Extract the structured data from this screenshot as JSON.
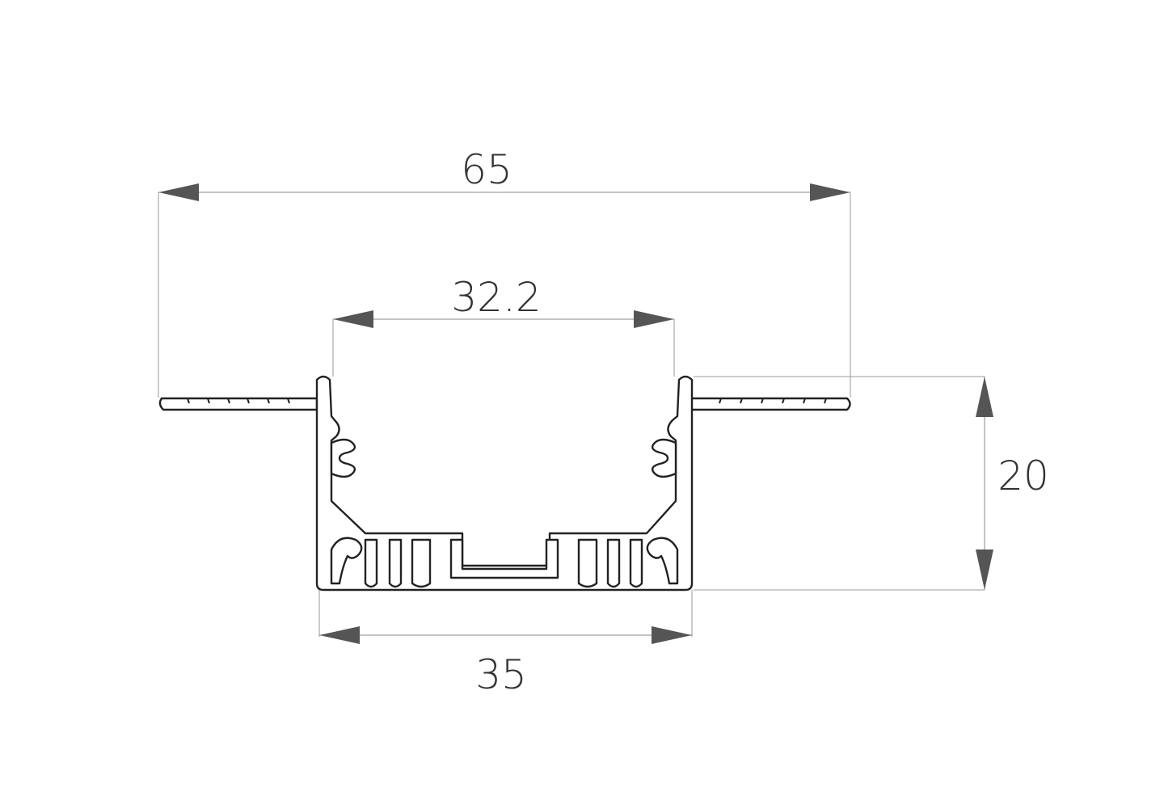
{
  "dimensions": {
    "overall_width": "65",
    "opening_width": "32.2",
    "height": "20",
    "body_width": "35"
  },
  "colors": {
    "outline": "#222222",
    "dimension_line": "#8a8a8a",
    "arrowhead": "#555555",
    "text": "#333333"
  }
}
